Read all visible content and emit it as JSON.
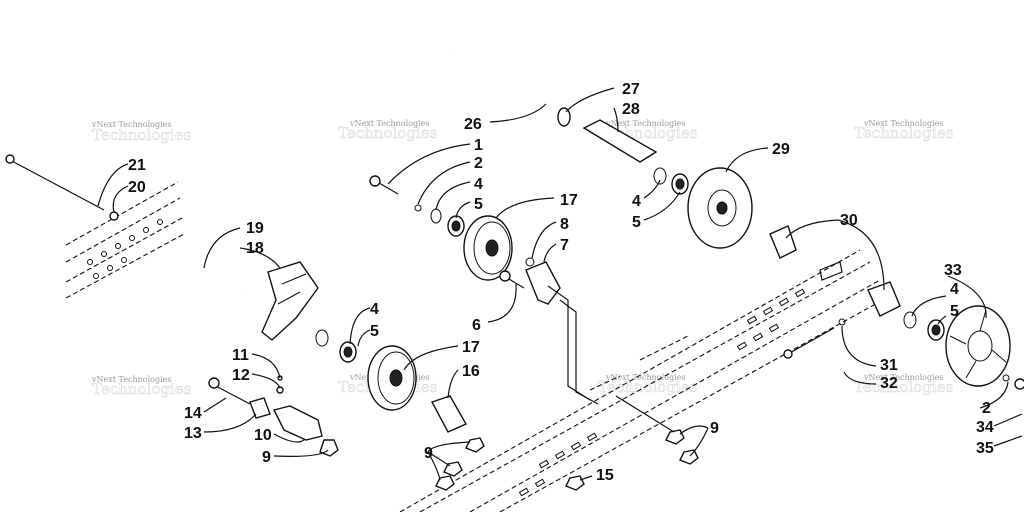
{
  "watermark": {
    "text": "vNext Technologies",
    "ghost": "Technologies"
  },
  "callouts": {
    "c1": "1",
    "c2a": "2",
    "c2b": "2",
    "c4a": "4",
    "c4b": "4",
    "c4c": "4",
    "c4d": "4",
    "c5a": "5",
    "c5b": "5",
    "c5c": "5",
    "c5d": "5",
    "c6": "6",
    "c7": "7",
    "c8": "8",
    "c9a": "9",
    "c9b": "9",
    "c9c": "9",
    "c10": "10",
    "c11": "11",
    "c12": "12",
    "c13": "13",
    "c14": "14",
    "c15": "15",
    "c16": "16",
    "c17a": "17",
    "c17b": "17",
    "c18": "18",
    "c19": "19",
    "c20": "20",
    "c21": "21",
    "c26": "26",
    "c27": "27",
    "c28": "28",
    "c29": "29",
    "c30": "30",
    "c31": "31",
    "c32": "32",
    "c33": "33",
    "c34": "34",
    "c35": "35"
  }
}
